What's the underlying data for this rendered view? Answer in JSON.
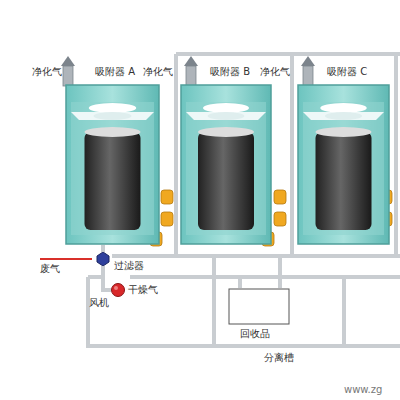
{
  "diagram": {
    "nodes": [
      {
        "text": [
          "吸附器 A"
        ]
      },
      {
        "text": [
          "吸附器 B"
        ]
      },
      {
        "text": [
          "吸附器 C"
        ]
      },
      {
        "text": [
          "过滤器"
        ]
      },
      {
        "text": [
          "风机"
        ]
      },
      {
        "text": [
          "回收品",
          "分离槽"
        ]
      }
    ],
    "edges": [
      {
        "from": 3,
        "to": 0,
        "arrow": "none"
      },
      {
        "from": 3,
        "to": 4,
        "arrow": "none"
      }
    ],
    "labels": [
      "净化气",
      "净化气",
      "净化气",
      "废气",
      "干燥气",
      "www.zg"
    ]
  }
}
